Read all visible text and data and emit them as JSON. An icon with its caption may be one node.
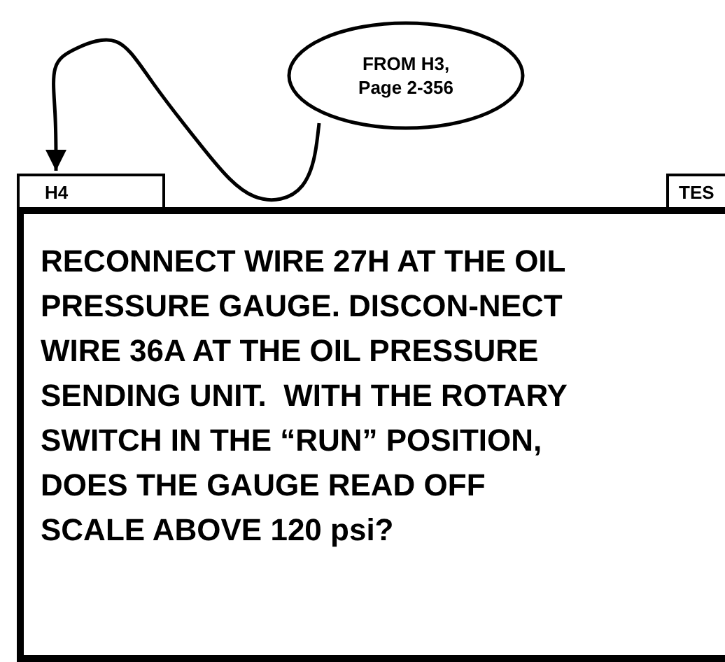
{
  "diagram": {
    "nodes": [
      {
        "text": [
          "FROM H3, Page 2-356"
        ]
      },
      {
        "text": [
          "H4"
        ]
      },
      {
        "text": [
          "TES"
        ]
      },
      {
        "text": [
          "RECONNECT WIRE 27H AT THE OIL PRESSURE GAUGE. DISCON-NECT WIRE 36A AT THE OIL PRESSURE SENDING UNIT.  WITH THE ROTARY SWITCH IN THE “RUN” POSITION, DOES THE GAUGE READ OFF SCALE ABOVE 120 psi?"
        ]
      }
    ],
    "edges": [
      {
        "from": 0,
        "to": 1,
        "arrow": "to"
      }
    ]
  }
}
